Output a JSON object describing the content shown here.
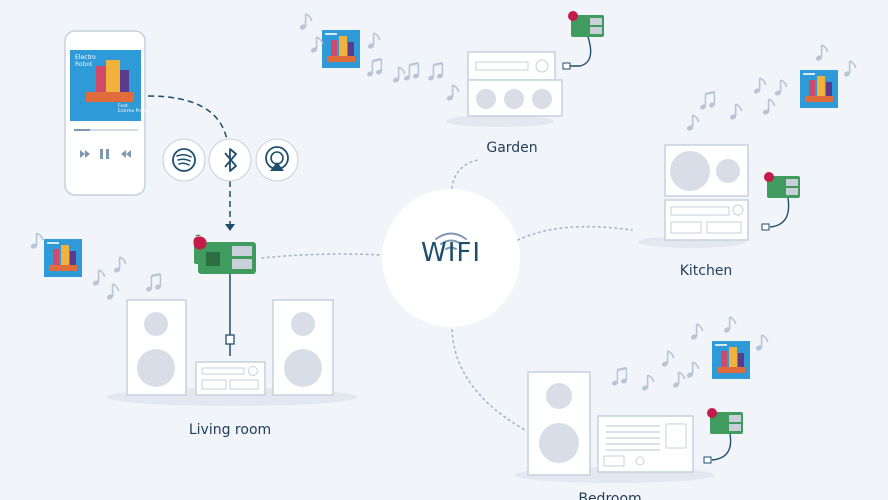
{
  "center": {
    "label": "WIFI"
  },
  "rooms": {
    "living_room": "Living room",
    "garden": "Garden",
    "kitchen": "Kitchen",
    "bedroom": "Bedroom"
  },
  "phone": {
    "album_title": "Electro",
    "album_subtitle": "Robot",
    "feat_line1": "Feat.",
    "feat_line2": "Extrmo Proton"
  },
  "services": [
    "spotify-icon",
    "bluetooth-icon",
    "airplay-icon"
  ],
  "colors": {
    "background": "#f1f4f9",
    "device_fill": "#ffffff",
    "device_stroke": "#c7d0de",
    "speaker_cone": "#d9dde7",
    "connection_line": "#1d4e6b",
    "dotted_line": "#a9b3c2",
    "note": "#b9c4d6",
    "pi_board": "#3f9c5e",
    "pi_logo": "#c51a4a",
    "album_bg": "#2f9ad8",
    "text": "#233f5a"
  }
}
